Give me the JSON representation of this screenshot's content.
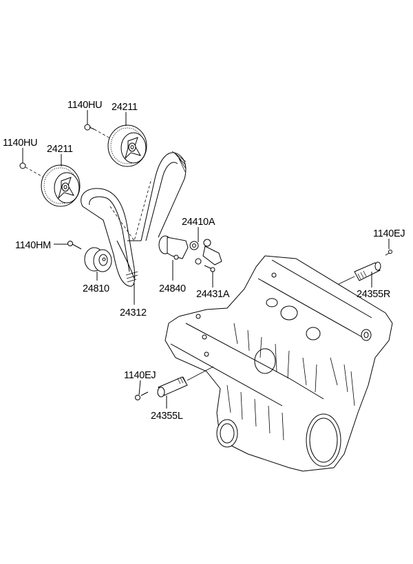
{
  "diagram": {
    "title": "Timing belt, pulleys, tensioner and oil control valves exploded view",
    "background": "#ffffff",
    "line_color": "#000000",
    "callouts": [
      {
        "id": "bolt-upper-cam-sprocket",
        "label": "1140HU",
        "part": "bolt"
      },
      {
        "id": "upper-cam-sprocket",
        "label": "24211",
        "part": "camshaft sprocket"
      },
      {
        "id": "bolt-lower-cam-sprocket",
        "label": "1140HU",
        "part": "bolt"
      },
      {
        "id": "lower-cam-sprocket",
        "label": "24211",
        "part": "camshaft sprocket"
      },
      {
        "id": "idler-bolt",
        "label": "1140HM",
        "part": "bolt"
      },
      {
        "id": "idler-pulley",
        "label": "24810",
        "part": "idler pulley"
      },
      {
        "id": "timing-belt",
        "label": "24312",
        "part": "timing belt"
      },
      {
        "id": "tensioner-pulley",
        "label": "24840",
        "part": "tensioner pulley"
      },
      {
        "id": "auto-tensioner",
        "label": "24410A",
        "part": "auto tensioner"
      },
      {
        "id": "tensioner-bolt",
        "label": "24431A",
        "part": "bolt"
      },
      {
        "id": "ocv-right-bolt",
        "label": "1140EJ",
        "part": "bolt"
      },
      {
        "id": "ocv-right",
        "label": "24355R",
        "part": "oil control valve RH"
      },
      {
        "id": "ocv-left-bolt",
        "label": "1140EJ",
        "part": "bolt"
      },
      {
        "id": "ocv-left",
        "label": "24355L",
        "part": "oil control valve LH"
      }
    ]
  }
}
